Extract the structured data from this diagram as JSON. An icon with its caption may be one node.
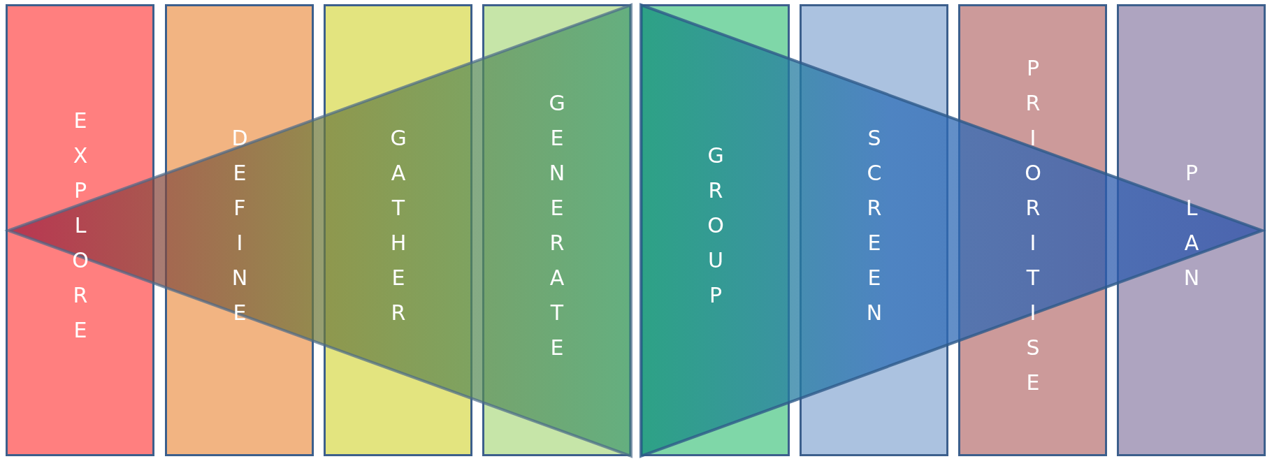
{
  "diagram": {
    "nodes": [
      {
        "text": [
          "EXPLORE"
        ]
      },
      {
        "text": [
          "DEFINE"
        ]
      },
      {
        "text": [
          "GATHER"
        ]
      },
      {
        "text": [
          "GENERATE"
        ]
      },
      {
        "text": [
          "GROUP"
        ]
      },
      {
        "text": [
          "SCREEN"
        ]
      },
      {
        "text": [
          "PRIORITISE"
        ]
      },
      {
        "text": [
          "PLAN"
        ]
      }
    ]
  }
}
